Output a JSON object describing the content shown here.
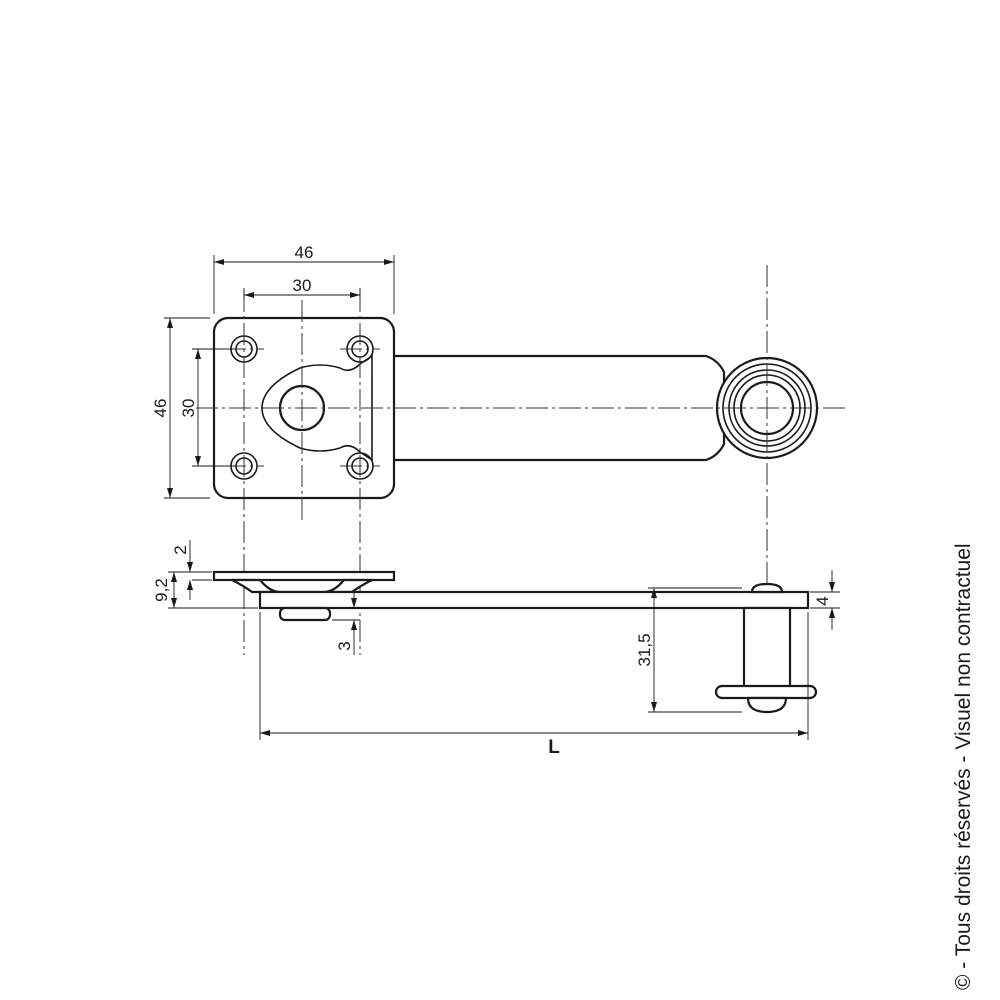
{
  "dimensions": {
    "plate_width": "46",
    "hole_spacing_x": "30",
    "plate_height": "46",
    "hole_spacing_y": "30",
    "plate_thickness": "2",
    "total_height": "9,2",
    "boss_height": "3",
    "pin_length": "31,5",
    "arm_thickness": "4",
    "length": "L"
  },
  "copyright": "© - Tous droits réservés - Visuel non contractuel",
  "colors": {
    "line": "#1a1a1a",
    "background": "#ffffff"
  }
}
